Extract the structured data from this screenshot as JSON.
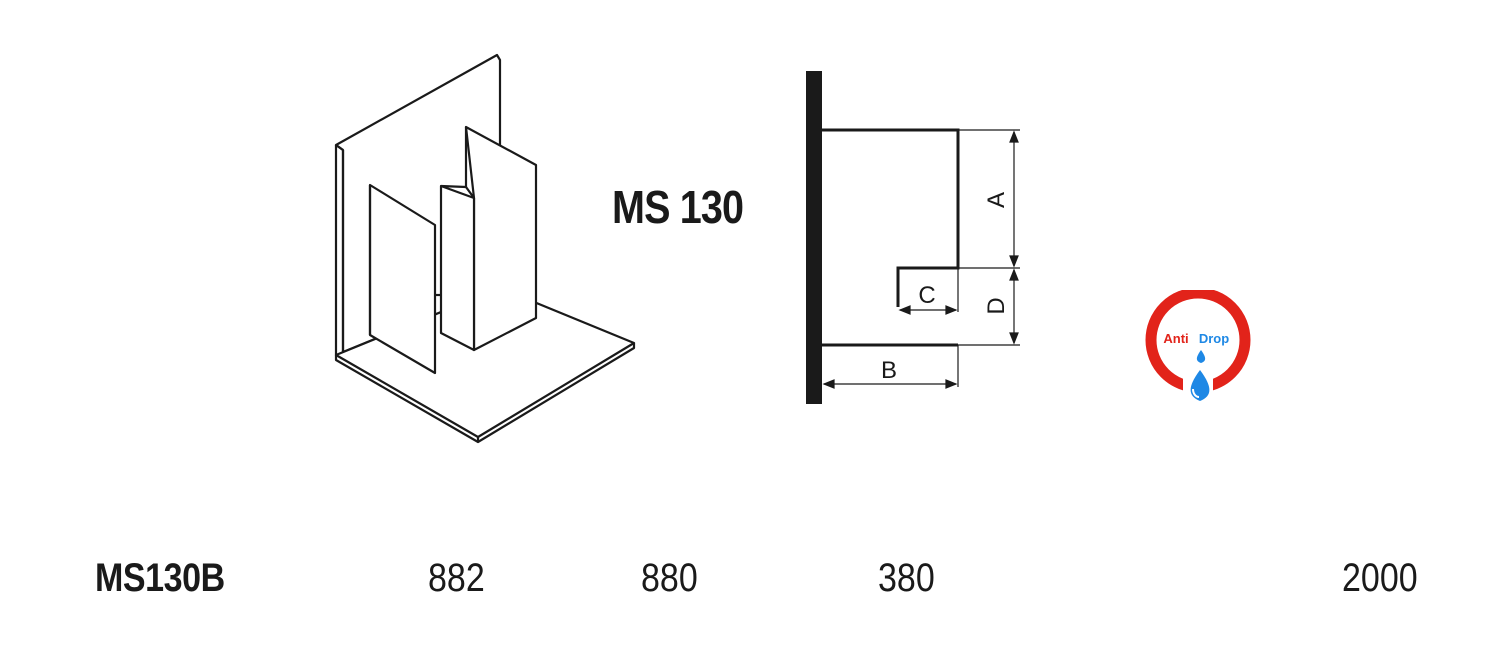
{
  "product": {
    "title": "MS 130",
    "dimension_labels": {
      "a": "A",
      "b": "B",
      "c": "C",
      "d": "D"
    },
    "badge": {
      "text_left": "Anti",
      "text_right": "Drop",
      "ring_color": "#e2231a",
      "drop_color": "#1e88e5"
    }
  },
  "spec_row": {
    "model": "MS130B",
    "values": [
      "882",
      "880",
      "380",
      "2000"
    ]
  }
}
